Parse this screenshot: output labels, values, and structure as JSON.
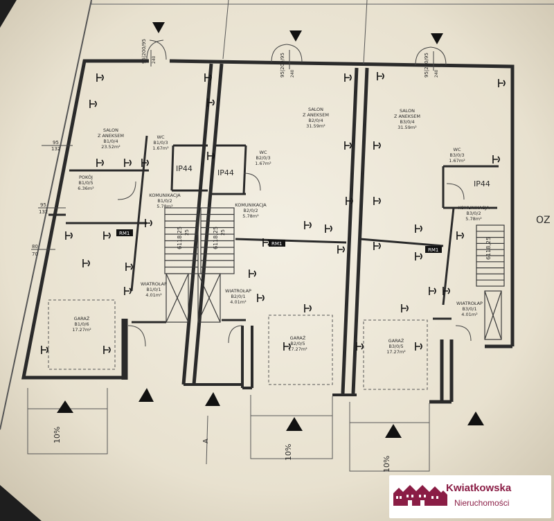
{
  "plan": {
    "units": [
      {
        "id": "B1",
        "rooms": [
          {
            "key": "salon",
            "name": "SALON",
            "name2": "Z ANEKSEM",
            "code": "B1/0/4",
            "area": "23.52m²"
          },
          {
            "key": "wc",
            "name": "WC",
            "code": "B1/0/3",
            "area": "1.67m²"
          },
          {
            "key": "pokoj",
            "name": "POKÓJ",
            "code": "B1/0/5",
            "area": "6.36m²"
          },
          {
            "key": "kom",
            "name": "KOMUNIKACJA",
            "code": "B1/0/2",
            "area": "5.78m²"
          },
          {
            "key": "wiatr",
            "name": "WIATROŁAP",
            "code": "B1/0/1",
            "area": "4.01m²"
          },
          {
            "key": "garaz",
            "name": "GARAŻ",
            "code": "B1/0/6",
            "area": "17.27m²"
          }
        ]
      },
      {
        "id": "B2",
        "rooms": [
          {
            "key": "salon",
            "name": "SALON",
            "name2": "Z ANEKSEM",
            "code": "B2/0/4",
            "area": "31.59m²"
          },
          {
            "key": "wc",
            "name": "WC",
            "code": "B2/0/3",
            "area": "1.67m²"
          },
          {
            "key": "kom",
            "name": "KOMUNIKACJA",
            "code": "B2/0/2",
            "area": "5.78m²"
          },
          {
            "key": "wiatr",
            "name": "WIATROŁAP",
            "code": "B2/0/1",
            "area": "4.01m²"
          },
          {
            "key": "garaz",
            "name": "GARAŻ",
            "code": "B2/0/5",
            "area": "17.27m²"
          }
        ]
      },
      {
        "id": "B3",
        "rooms": [
          {
            "key": "salon",
            "name": "SALON",
            "name2": "Z ANEKSEM",
            "code": "B3/0/4",
            "area": "31.59m²"
          },
          {
            "key": "wc",
            "name": "WC",
            "code": "B3/0/3",
            "area": "1.67m²"
          },
          {
            "key": "kom",
            "name": "KOMUNIKACJA",
            "code": "B3/0/2",
            "area": "5.78m²"
          },
          {
            "key": "wiatr",
            "name": "WIATROŁAP",
            "code": "B3/0/1",
            "area": "4.01m²"
          },
          {
            "key": "garaz",
            "name": "GARAŻ",
            "code": "B3/0/5",
            "area": "17.27m²"
          }
        ]
      }
    ],
    "labels": {
      "ip": "IP44",
      "rm": "RM1",
      "stairs": "6118,25",
      "stairs_step": "25",
      "door_dim": "95|200/95",
      "door_dim2": "240",
      "slope": "10%",
      "section": "A",
      "dim_95": "95",
      "dim_132": "132",
      "dim_80": "80",
      "dim_70": "70",
      "edge_text": "OZ"
    }
  },
  "brand": {
    "name": "Kwiatkowska",
    "subtitle": "Nieruchomości",
    "color": "#8a1d45"
  }
}
